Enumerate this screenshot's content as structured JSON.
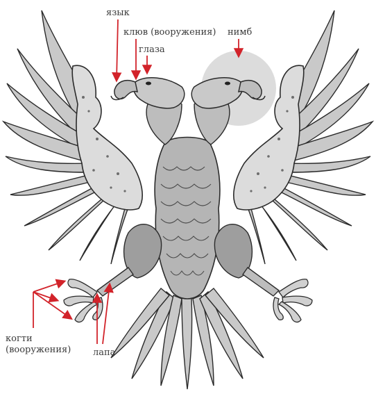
{
  "labels": {
    "tongue": "язык",
    "beak": "клюв (вооружения)",
    "eyes": "глаза",
    "halo": "нимб",
    "claws_line1": "когти",
    "claws_line2": "(вооружения)",
    "leg": "лапа"
  },
  "colors": {
    "pointer": "#d2232a",
    "halo_fill": "#d6d6d6",
    "feather_fill": "#c9c9c9",
    "feather_shadow": "#8e8e8e",
    "outline": "#2b2b2b"
  },
  "icons": {
    "bird": "double-headed-eagle-illustration",
    "pointer": "red-arrow"
  }
}
